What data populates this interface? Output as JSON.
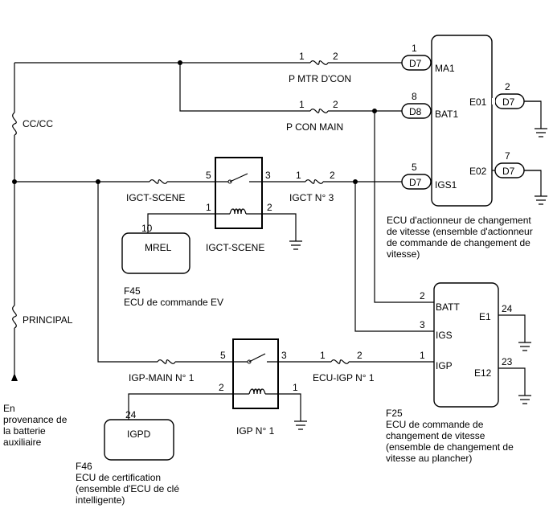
{
  "source": {
    "line1": "En",
    "line2": "provenance de",
    "line3": "la batterie",
    "line4": "auxiliaire"
  },
  "fuses": {
    "cc": "CC/CC",
    "principal": "PRINCIPAL",
    "pmtr": "P MTR D'CON",
    "pcon": "P CON MAIN",
    "igct_scene": "IGCT-SCENE",
    "igct3": "IGCT N° 3",
    "igp_main": "IGP-MAIN N° 1",
    "ecu_igp": "ECU-IGP N° 1"
  },
  "relays": {
    "igct_scene": "IGCT-SCENE",
    "igp": "IGP N° 1"
  },
  "pins": {
    "p1": "1",
    "p2": "2",
    "p3": "3",
    "p5": "5",
    "p7": "7",
    "p8": "8",
    "p10": "10",
    "p23": "23",
    "p24": "24"
  },
  "connectors": {
    "d7": "D7",
    "d8": "D8"
  },
  "ecu_actuator": {
    "ma1": "MA1",
    "bat1": "BAT1",
    "igs1": "IGS1",
    "e01": "E01",
    "e02": "E02",
    "desc1": "ECU d'actionneur de changement",
    "desc2": "de vitesse (ensemble d'actionneur",
    "desc3": "de commande de changement de",
    "desc4": "vitesse)"
  },
  "ecu_shift": {
    "batt": "BATT",
    "igs": "IGS",
    "igp": "IGP",
    "e1": "E1",
    "e12": "E12",
    "code": "F25",
    "desc1": "ECU de commande de",
    "desc2": "changement de vitesse",
    "desc3": "(ensemble de changement de",
    "desc4": "vitesse au plancher)"
  },
  "mrel": {
    "label": "MREL",
    "code": "F45",
    "desc": "ECU de commande EV"
  },
  "igpd": {
    "label": "IGPD",
    "code": "F46",
    "desc1": "ECU de certification",
    "desc2": "(ensemble d'ECU de clé",
    "desc3": "intelligente)"
  }
}
